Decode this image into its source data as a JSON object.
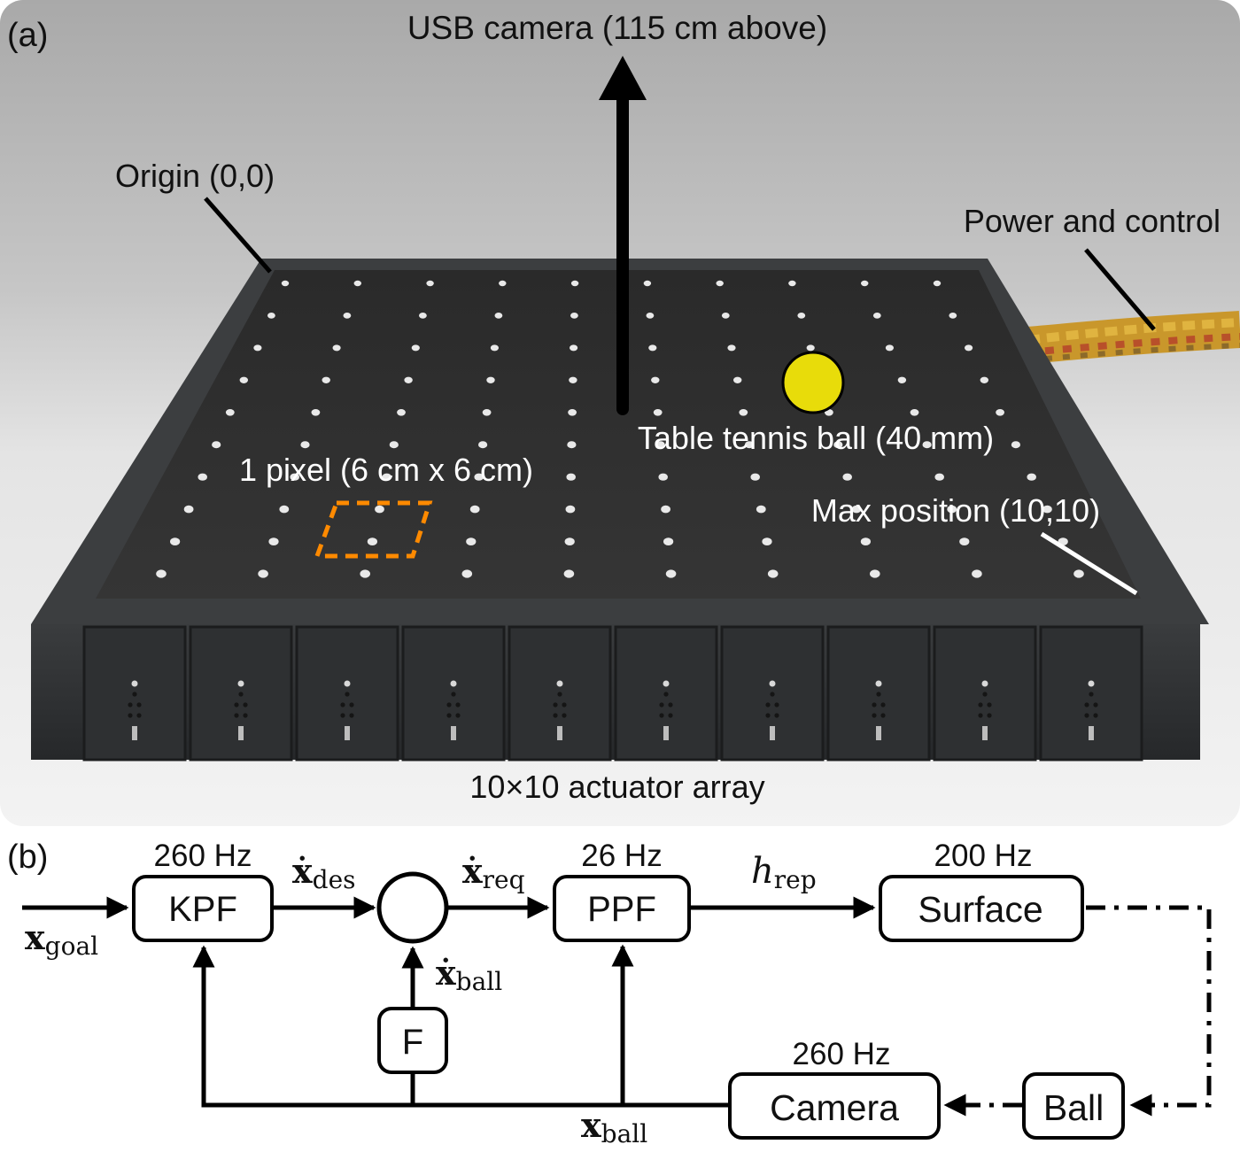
{
  "panel_a": {
    "tag": "(a)",
    "annotations": {
      "camera": "USB camera (115 cm above)",
      "origin": "Origin (0,0)",
      "power": "Power and control",
      "ball": "Table tennis ball (40 mm)",
      "pixel": "1 pixel (6 cm x 6 cm)",
      "max_position": "Max position (10,10)",
      "array": "10×10 actuator array"
    },
    "colors": {
      "ball": "#e8dc0a",
      "pixel_outline": "#ff8a00",
      "board": "#2b2b2b",
      "frame": "#3c3e40"
    }
  },
  "panel_b": {
    "tag": "(b)",
    "blocks": {
      "kpf": {
        "label": "KPF",
        "rate": "260 Hz"
      },
      "ppf": {
        "label": "PPF",
        "rate": "26 Hz"
      },
      "surface": {
        "label": "Surface",
        "rate": "200 Hz"
      },
      "camera": {
        "label": "Camera",
        "rate": "260 Hz"
      },
      "ball": {
        "label": "Ball"
      },
      "filter": {
        "label": "F"
      }
    },
    "signals": {
      "x_goal": {
        "base": "x",
        "sub": "goal"
      },
      "x_des": {
        "base": "ẋ",
        "sub": "des"
      },
      "x_req": {
        "base": "ẋ",
        "sub": "req"
      },
      "h_rep": {
        "base": "h",
        "sub": "rep"
      },
      "x_ball_dot": {
        "base": "ẋ",
        "sub": "ball"
      },
      "x_ball": {
        "base": "x",
        "sub": "ball"
      }
    }
  }
}
